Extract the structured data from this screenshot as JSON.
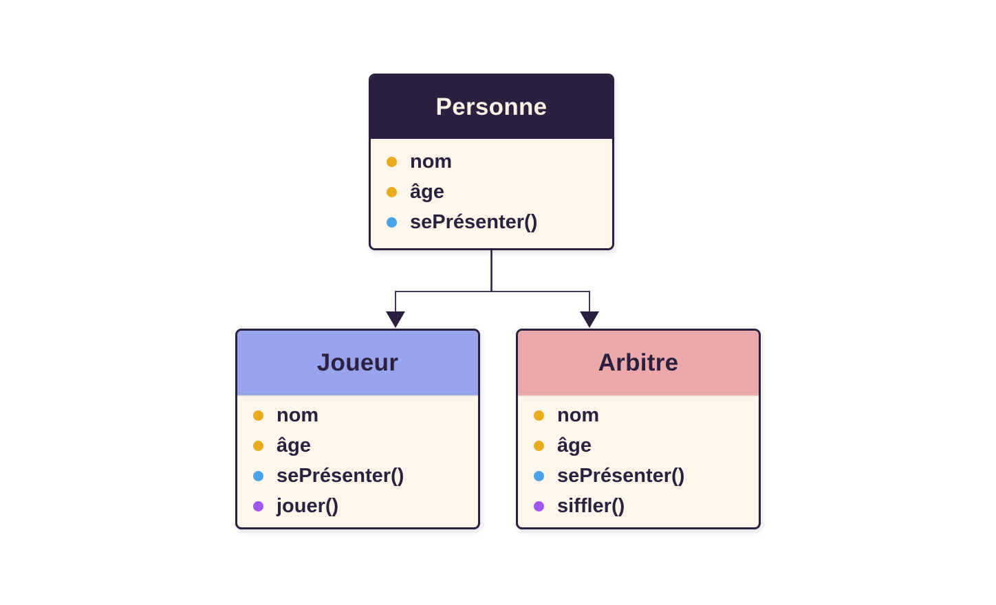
{
  "diagram": {
    "type": "uml-class-inheritance",
    "colors": {
      "background": "#ffffff",
      "line": "#2b2040",
      "body_bg": "#fdf7eb",
      "attribute_dot": "#e9ab1e",
      "inherited_method_dot": "#4aa3e8",
      "own_method_dot": "#a158f2"
    },
    "classes": [
      {
        "id": "personne",
        "title": "Personne",
        "header_bg": "#2b2040",
        "title_color": "#f9f1e4",
        "body_bg": "#fdf7eb",
        "members": [
          {
            "label": "nom",
            "dot_color": "#e9ab1e"
          },
          {
            "label": "âge",
            "dot_color": "#e9ab1e"
          },
          {
            "label": "sePrésenter()",
            "dot_color": "#4aa3e8"
          }
        ]
      },
      {
        "id": "joueur",
        "title": "Joueur",
        "header_bg": "#99a3ee",
        "title_color": "#2b2040",
        "body_bg": "#fdf7eb",
        "members": [
          {
            "label": "nom",
            "dot_color": "#e9ab1e"
          },
          {
            "label": "âge",
            "dot_color": "#e9ab1e"
          },
          {
            "label": "sePrésenter()",
            "dot_color": "#4aa3e8"
          },
          {
            "label": "jouer()",
            "dot_color": "#a158f2"
          }
        ]
      },
      {
        "id": "arbitre",
        "title": "Arbitre",
        "header_bg": "#eba9ab",
        "title_color": "#2b2040",
        "body_bg": "#fdf7eb",
        "members": [
          {
            "label": "nom",
            "dot_color": "#e9ab1e"
          },
          {
            "label": "âge",
            "dot_color": "#e9ab1e"
          },
          {
            "label": "sePrésenter()",
            "dot_color": "#4aa3e8"
          },
          {
            "label": "siffler()",
            "dot_color": "#a158f2"
          }
        ]
      }
    ],
    "relations": [
      {
        "from": "Personne",
        "to": "Joueur",
        "type": "inheritance"
      },
      {
        "from": "Personne",
        "to": "Arbitre",
        "type": "inheritance"
      }
    ]
  }
}
